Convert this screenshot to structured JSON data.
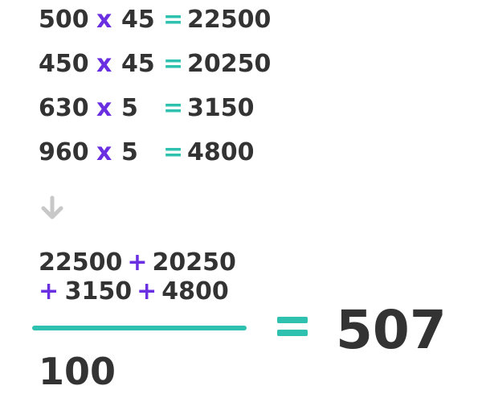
{
  "colors": {
    "text": "#333333",
    "operator": "#6a2fe0",
    "equals": "#2fc1b0",
    "arrow": "#c8c8c8"
  },
  "products": [
    {
      "a": "500",
      "op": "x",
      "b": "45",
      "eq": "=",
      "result": "22500"
    },
    {
      "a": "450",
      "op": "x",
      "b": "45",
      "eq": "=",
      "result": "20250"
    },
    {
      "a": "630",
      "op": "x",
      "b": "5",
      "eq": "=",
      "result": "3150"
    },
    {
      "a": "960",
      "op": "x",
      "b": "5",
      "eq": "=",
      "result": "4800"
    }
  ],
  "arrow_icon": "arrow-down-icon",
  "fraction": {
    "numerator_line1": {
      "term1": "22500",
      "plus": "+",
      "term2": "20250"
    },
    "numerator_line2": {
      "plus1": "+",
      "term1": "3150",
      "plus2": "+",
      "term2": "4800"
    },
    "denominator": "100"
  },
  "equals_sign": "=",
  "result": "507"
}
